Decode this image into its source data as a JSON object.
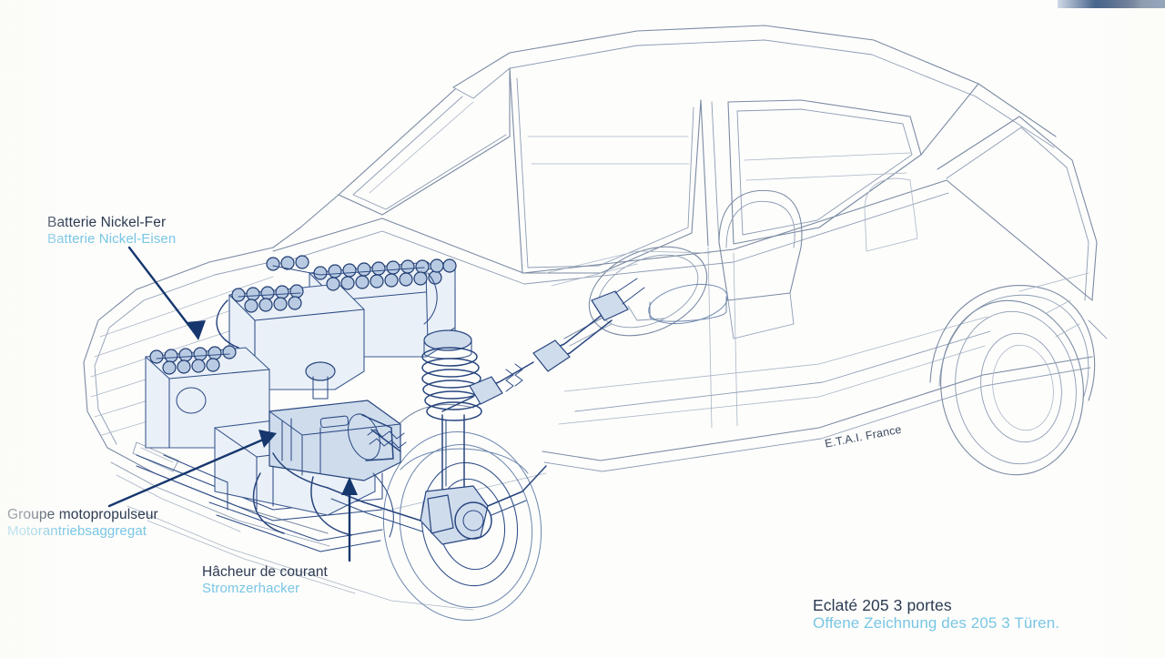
{
  "document": {
    "kind": "technical-cutaway-illustration",
    "subject": "Peugeot 205 electric vehicle cutaway"
  },
  "callouts": [
    {
      "id": "battery",
      "fr": "Batterie Nickel-Fer",
      "de": "Batterie Nickel-Eisen",
      "points_to": "battery-pack"
    },
    {
      "id": "powertrain",
      "fr": "Groupe motopropulseur",
      "de": "Motorantriebsaggregat",
      "points_to": "motor-unit"
    },
    {
      "id": "chopper",
      "fr": "Hâcheur de courant",
      "de": "Stromzerhacker",
      "points_to": "current-chopper"
    }
  ],
  "caption": {
    "fr": "Eclaté 205 3 portes",
    "de": "Offene Zeichnung des 205 3 Türen."
  },
  "credit": {
    "text": "E.T.A.I. France"
  },
  "colors": {
    "french_text": "#2b3a51",
    "german_text": "#79c6e4",
    "mechanical_ink": "#27457e",
    "body_outline": "#7b8ba3",
    "background": "#fdfdfc"
  }
}
